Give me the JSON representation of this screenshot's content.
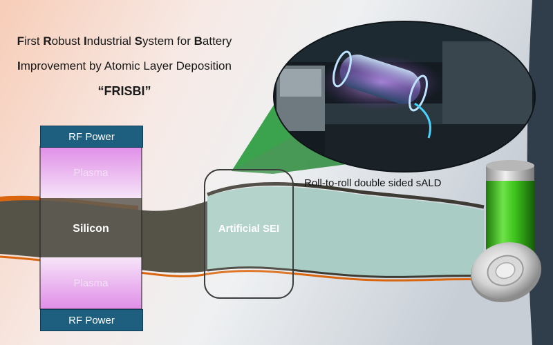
{
  "title": {
    "line1": [
      {
        "b": "F",
        "t": "irst "
      },
      {
        "b": "R",
        "t": "obust "
      },
      {
        "b": "I",
        "t": "ndustrial "
      },
      {
        "b": "S",
        "t": "ystem for "
      },
      {
        "b": "B",
        "t": "attery"
      }
    ],
    "line2": [
      {
        "b": "I",
        "t": "mprovement by Atomic Layer Deposition"
      }
    ],
    "acronym": "“FRISBI”"
  },
  "labels": {
    "rf_power_top": "RF Power",
    "rf_power_bottom": "RF Power",
    "plasma_top": "Plasma",
    "plasma_bottom": "Plasma",
    "silicon": "Silicon",
    "artificial_sei": "Artificial SEI",
    "roll_to_roll": "Roll-to-roll double sided sALD"
  },
  "colors": {
    "rf_power": "#1e5f80",
    "plasma": "#e4a8ec",
    "silicon_layer": "#555248",
    "sei_layer": "#a9cdc4",
    "copper_edge": "#d9660f",
    "battery_green": "#3cc31c"
  },
  "icons": {
    "battery": "battery-icon",
    "equipment_photo": "reactor-image"
  }
}
